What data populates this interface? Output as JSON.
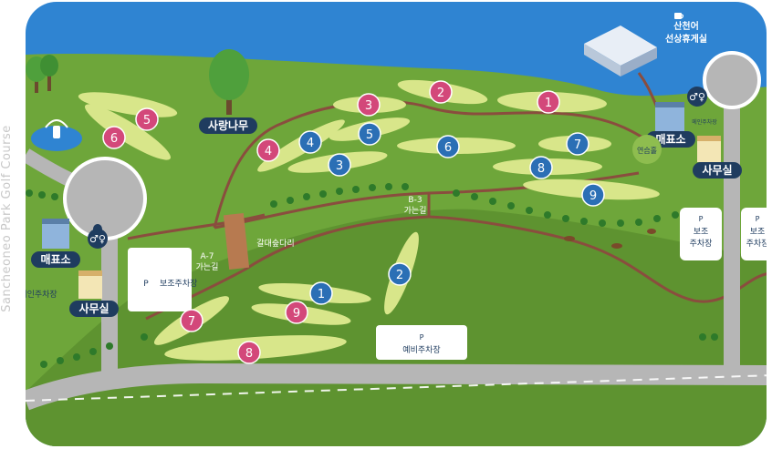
{
  "title": "Sancheoneo Park Golf Course",
  "colors": {
    "sea": "#2f84d2",
    "grass": "#6ea63a",
    "grass_dark": "#5e9330",
    "fairway": "#d8e68a",
    "path": "#8a4d3e",
    "road": "#b6b6b6",
    "course_b": "#2b6fb5",
    "course_a": "#d3487a",
    "label_bg": "#1f3c5f"
  },
  "course_b_holes": [
    {
      "label": "1"
    },
    {
      "label": "2"
    },
    {
      "label": "3"
    },
    {
      "label": "4"
    },
    {
      "label": "5"
    },
    {
      "label": "6"
    },
    {
      "label": "7"
    },
    {
      "label": "8"
    },
    {
      "label": "9"
    }
  ],
  "course_b_pink_holes": [
    {
      "label": "1"
    },
    {
      "label": "2"
    },
    {
      "label": "3"
    },
    {
      "label": "4"
    },
    {
      "label": "5"
    },
    {
      "label": "6"
    }
  ],
  "course_a_holes": [
    {
      "label": "1"
    },
    {
      "label": "2"
    },
    {
      "label": "7"
    },
    {
      "label": "8"
    },
    {
      "label": "9"
    }
  ],
  "labels": {
    "sarang_tree": "사랑나무",
    "store_right": "매표소",
    "office_right": "사무실",
    "store_left": "매표소",
    "office_left": "사무실",
    "rest_area_line1": "산천어",
    "rest_area_line2": "선상휴게실",
    "main_parking_right": "메인주차장",
    "main_parking_left": "메인주차장",
    "practice": "연습홀",
    "sub_parking_left": "보조주차장",
    "sub_parking_right1_line1": "보조",
    "sub_parking_right1_line2": "주차장",
    "sub_parking_right2_line1": "보조",
    "sub_parking_right2_line2": "주차장",
    "reserve_parking": "예비주차장",
    "reed_bridge": "갈대숲다리",
    "b3_line1": "B-3",
    "b3_line2": "가는길",
    "a7_line1": "A-7",
    "a7_line2": "가는길",
    "parking_symbol": "P"
  },
  "icons": [
    "restroom-icon",
    "coffee-icon",
    "fountain-icon",
    "tree-icon",
    "building-icon",
    "bird-icon"
  ]
}
